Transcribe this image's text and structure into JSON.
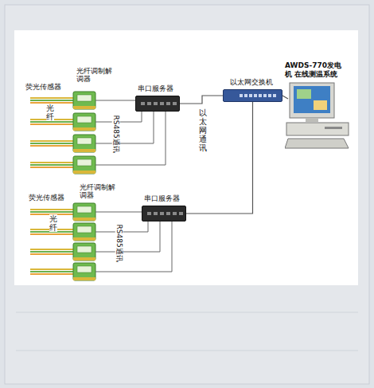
{
  "diagram": {
    "nodes": [
      {
        "text": [
          "串口服务器"
        ]
      },
      {
        "text": [
          "以太网交换机"
        ]
      },
      {
        "text": [
          "AWDS-770发电机 在线测温系统"
        ]
      },
      {
        "text": [
          "串口服务器"
        ]
      }
    ],
    "edges": [
      {
        "from": 0,
        "to": 1,
        "arrow": "none"
      },
      {
        "from": 3,
        "to": 1,
        "arrow": "none"
      },
      {
        "from": 1,
        "to": 2,
        "arrow": "none"
      }
    ],
    "labels": [
      "荧光传感器",
      "光纤调制解调器",
      "光纤",
      "RS485通讯",
      "以太网通讯",
      "荧光传感器",
      "光纤调制解调器",
      "光纤",
      "RS485通讯"
    ]
  }
}
